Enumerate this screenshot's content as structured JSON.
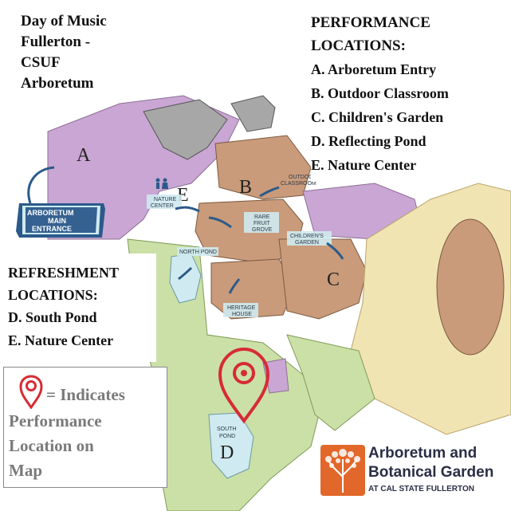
{
  "title": {
    "line1": "Day of Music",
    "line2": "Fullerton -",
    "line3": "CSUF",
    "line4": "Arboretum"
  },
  "performance": {
    "heading1": "PERFORMANCE",
    "heading2": "LOCATIONS:",
    "items": [
      "A. Arboretum Entry",
      "B. Outdoor Classroom",
      "C. Children's Garden",
      "D. Reflecting Pond",
      "E. Nature Center"
    ]
  },
  "refreshment": {
    "heading1": "REFRESHMENT",
    "heading2": "LOCATIONS:",
    "items": [
      "D. South Pond",
      "E. Nature Center"
    ]
  },
  "legend": {
    "line1": "= Indicates",
    "line2": "Performance",
    "line3": "Location on",
    "line4": "Map"
  },
  "logo": {
    "line1": "Arboretum and",
    "line2": "Botanical Garden",
    "line3": "AT CAL STATE FULLERTON"
  },
  "map": {
    "letters": {
      "a": "A",
      "b": "B",
      "c": "C",
      "d": "D",
      "e": "E"
    },
    "entrance_sign": {
      "line1": "ARBORETUM",
      "line2": "MAIN",
      "line3": "ENTRANCE"
    },
    "labels": {
      "nature_center_1": "NATURE",
      "nature_center_2": "CENTER",
      "rare_fruit_1": "RARE",
      "rare_fruit_2": "FRUIT",
      "rare_fruit_3": "GROVE",
      "childrens_garden_1": "CHILDREN'S",
      "childrens_garden_2": "GARDEN",
      "north_pond": "NORTH POND",
      "heritage_1": "HERITAGE",
      "heritage_2": "HOUSE",
      "south_pond_1": "SOUTH",
      "south_pond_2": "POND",
      "outdoor_classroom_1": "OUTDOOR",
      "outdoor_classroom_2": "CLASSROOM"
    }
  },
  "colors": {
    "pin": "#d62b35",
    "lavender": "#c9a6d3",
    "green": "#cbe0a6",
    "tan": "#c99b7a",
    "yellow": "#f1e4b3",
    "gray": "#a7a7a7",
    "water": "#cfeaf0",
    "logo_orange": "#e2672a",
    "sign_blue": "#2b5a8a"
  }
}
